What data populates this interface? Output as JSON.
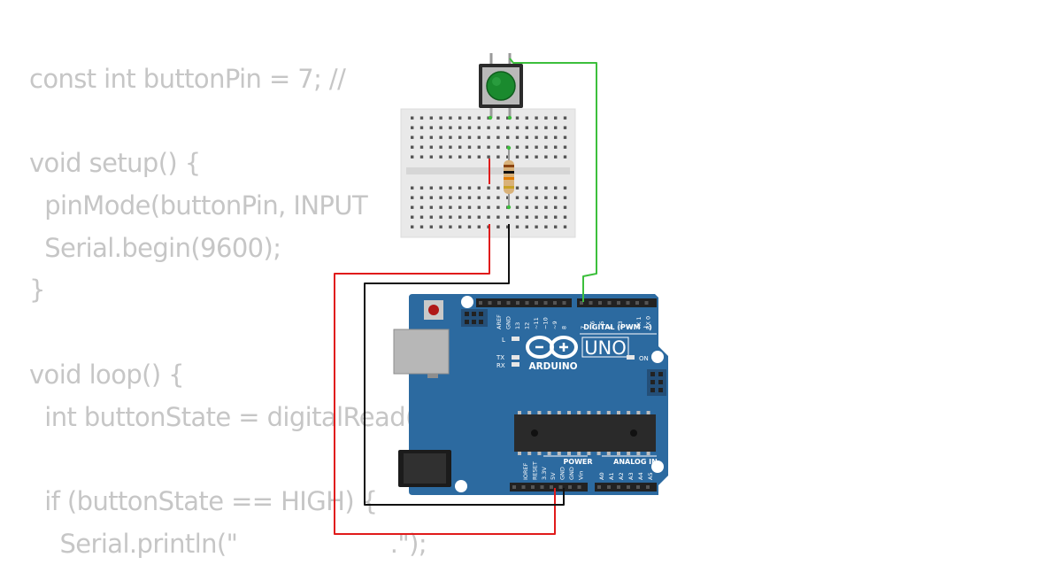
{
  "code_lines": [
    "const int buttonPin = 7; //",
    "",
    "void setup() {",
    "  pinMode(buttonPin, INPUT",
    "  Serial.begin(9600);",
    "}",
    "",
    "void loop() {",
    "  int buttonState = digitalRead(",
    "",
    "  if (buttonState == HIGH) {",
    "    Serial.println(\"                    .\");"
  ],
  "board": {
    "brand": "ARDUINO",
    "model": "UNO",
    "digital_header": "DIGITAL (PWM ~)",
    "power_header": "POWER",
    "analog_header": "ANALOG IN",
    "on_led": "ON",
    "l_led": "L",
    "tx_led": "TX",
    "rx_led": "RX",
    "digital_pins": [
      "AREF",
      "GND",
      "13",
      "12",
      "~11",
      "~10",
      "~9",
      "8",
      "7",
      "~6",
      "~5",
      "4",
      "~3",
      "2",
      "TX 1",
      "RX 0"
    ],
    "power_pins": [
      "IOREF",
      "RESET",
      "3.3V",
      "5V",
      "GND",
      "GND",
      "Vin"
    ],
    "analog_pins": [
      "A0",
      "A1",
      "A2",
      "A3",
      "A4",
      "A5"
    ]
  },
  "colors": {
    "board": "#2c6aa0",
    "wire_red": "#e01b1b",
    "wire_black": "#111111",
    "wire_green": "#3cbf3c",
    "button_cap": "#1a8a2e",
    "code_text": "#c6c6c6"
  }
}
